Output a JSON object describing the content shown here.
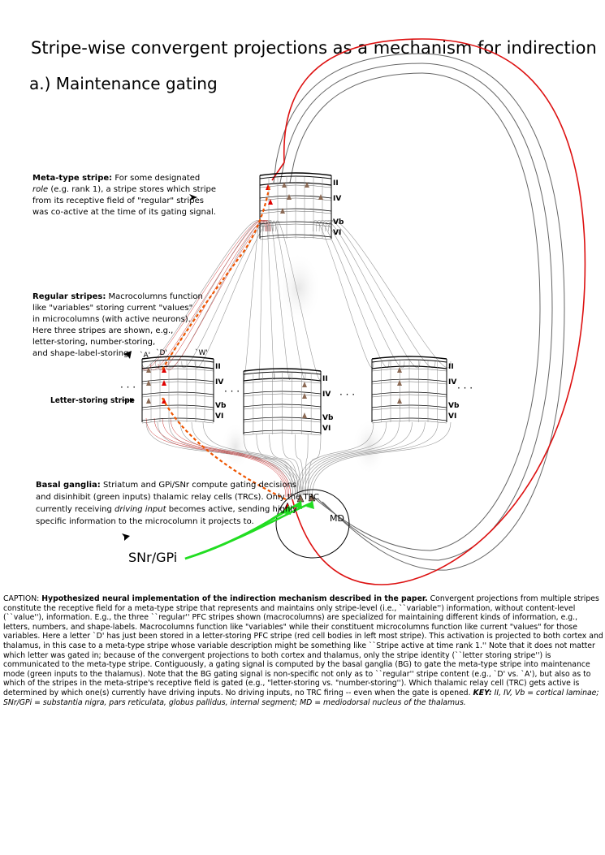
{
  "title": "Stripe-wise convergent projections as a mechanism for indirection",
  "subtitle": "a.) Maintenance gating",
  "annotations": {
    "meta_head": "Meta-type stripe:",
    "meta_l1": " For some designated",
    "meta_l2a": "role",
    "meta_l2b": " (e.g. rank 1), a stripe stores which stripe",
    "meta_l3": "from its receptive field of \"regular\" stripes",
    "meta_l4": "was co-active at the time of its gating signal.",
    "regular_head": "Regular stripes:",
    "regular_l1": " Macrocolumns function",
    "regular_l2": "like \"variables\" storing current \"values\"",
    "regular_l3": "in microcolumns (with active neurons).",
    "regular_l4": "Here three stripes are shown, e.g.,",
    "regular_l5": "letter-storing, number-storing,",
    "regular_l6": "and shape-label-storing.",
    "letter_stripe": "Letter-storing stripe",
    "bg_head": "Basal ganglia:",
    "bg_l1": " Striatum and GPi/SNr compute gating decisions",
    "bg_l2": "and disinhibit (green inputs) thalamic relay cells (TRCs).  Only the TRC",
    "bg_l3a": "currently receiving ",
    "bg_l3b": "driving input",
    "bg_l3c": " becomes active, sending highly",
    "bg_l4": "specific information to the microcolumn it projects to."
  },
  "layers": {
    "II": "II",
    "IV": "IV",
    "Vb": "Vb",
    "VI": "VI"
  },
  "stripe_values": {
    "a": "`A'",
    "d": "`D'",
    "w": "`W'"
  },
  "ellipsis": "· · ·",
  "md_label": "MD",
  "snr_label": "SNr/GPi",
  "caption": {
    "label": "CAPTION: ",
    "bold": "Hypothesized neural implementation of the indirection mechanism described in the paper.",
    "body": "  Convergent projections from multiple stripes constitute the receptive field for a meta-type stripe that represents and maintains only stripe-level (i.e., ``variable'') information, without content-level (``value''), information.  E.g., the three ``regular'' PFC stripes shown (macrocolumns) are specialized for maintaining different kinds of information, e.g., letters, numbers, and shape-labels.  Macrocolumns function like \"variables\" while their constituent microcolumns function like current \"values\" for those variables.  Here a letter `D' has just been stored in a letter-storing PFC stripe (red cell bodies in left most stripe).  This activation is projected to both cortex and thalamus, in this case to a meta-type stripe whose variable description might be something like ``Stripe active at time rank 1.''   Note that it does not matter which letter was gated in; because of the convergent projections to both cortex and thalamus, only the stripe identity (``letter storing stripe'') is communicated to the meta-type stripe.  Contiguously, a gating signal is computed by the basal ganglia (BG) to gate the meta-type stripe into maintenance mode (green inputs to the thalamus).   Note that the BG gating signal is non-specific not only as to ``regular'' stripe content (e.g., `D' vs. `A'), but also as to which of the stripes in the meta-stripe's receptive field is gated (e.g., \"letter-storing vs. \"number-storing'').  Which thalamic relay cell (TRC) gets active is determined by which one(s) currently have driving inputs.  No driving inputs, no TRC firing -- even when the gate is opened.  ",
    "key_bold": "KEY:",
    "key_text": " II, IV, Vb = cortical laminae; SNr/GPi = substantia nigra, pars reticulata, globus pallidus, internal segment; MD = mediodorsal nucleus of the thalamus."
  },
  "colors": {
    "active_red": "#e00000",
    "gating_green": "#22dd22",
    "cell_brown": "#8b6a55",
    "path_orange": "#ee5500"
  }
}
